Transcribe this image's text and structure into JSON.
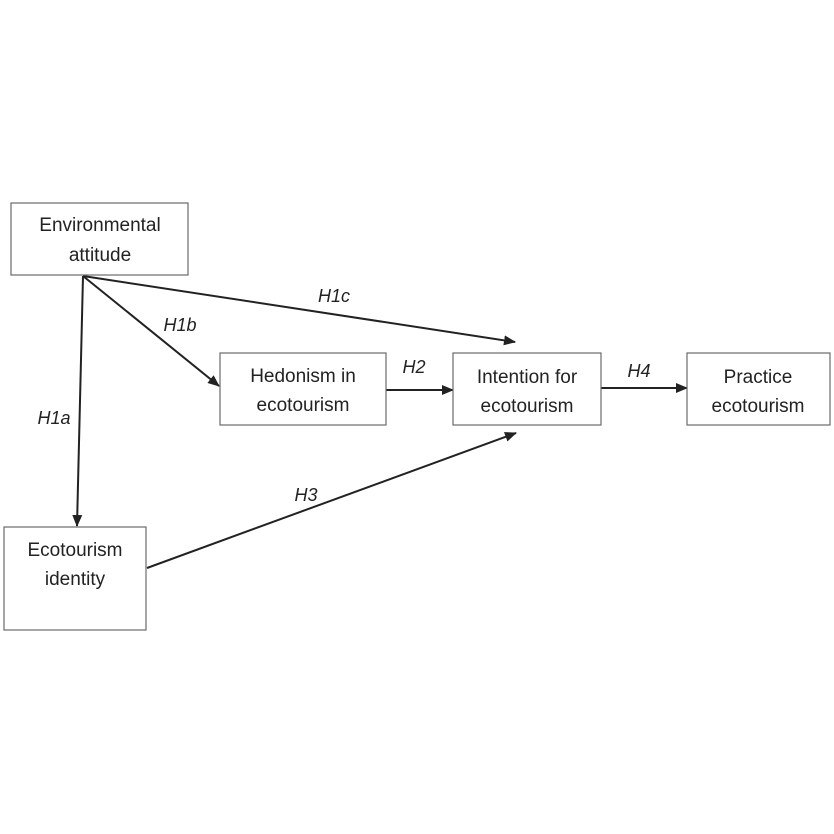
{
  "nodes": {
    "environmental_attitude": {
      "line1": "Environmental",
      "line2": "attitude"
    },
    "hedonism": {
      "line1": "Hedonism in",
      "line2": "ecotourism"
    },
    "intention": {
      "line1": "Intention for",
      "line2": "ecotourism"
    },
    "practice": {
      "line1": "Practice",
      "line2": "ecotourism"
    },
    "identity": {
      "line1": "Ecotourism",
      "line2": "identity"
    }
  },
  "edges": {
    "h1a": {
      "label": "H1a"
    },
    "h1b": {
      "label": "H1b"
    },
    "h1c": {
      "label": "H1c"
    },
    "h2": {
      "label": "H2"
    },
    "h3": {
      "label": "H3"
    },
    "h4": {
      "label": "H4"
    }
  },
  "colors": {
    "box_border": "#6a6a6a",
    "arrow": "#222222",
    "text": "#222222",
    "background": "#ffffff"
  }
}
